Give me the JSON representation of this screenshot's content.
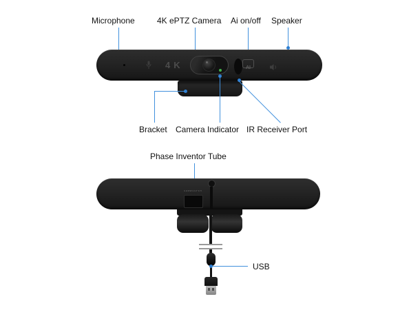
{
  "front_view": {
    "labels_top": [
      {
        "text": "Microphone"
      },
      {
        "text": "4K ePTZ Camera"
      },
      {
        "text": "Ai on/off"
      },
      {
        "text": "Speaker"
      }
    ],
    "labels_bottom": [
      {
        "text": "Bracket"
      },
      {
        "text": "Camera Indicator"
      },
      {
        "text": "IR Receiver Port"
      }
    ],
    "bar_print": "4K",
    "ai_badge_text": "AI"
  },
  "rear_view": {
    "label_phase": "Phase Inventor Tube",
    "label_usb": "USB",
    "subwoofer_print": "SUBWOOFER"
  },
  "colors": {
    "leader_line": "#4090dd",
    "leader_dot": "#2e7fd2",
    "label_text": "#111111",
    "device_body": "#232323",
    "indicator_green": "#43b14b"
  }
}
